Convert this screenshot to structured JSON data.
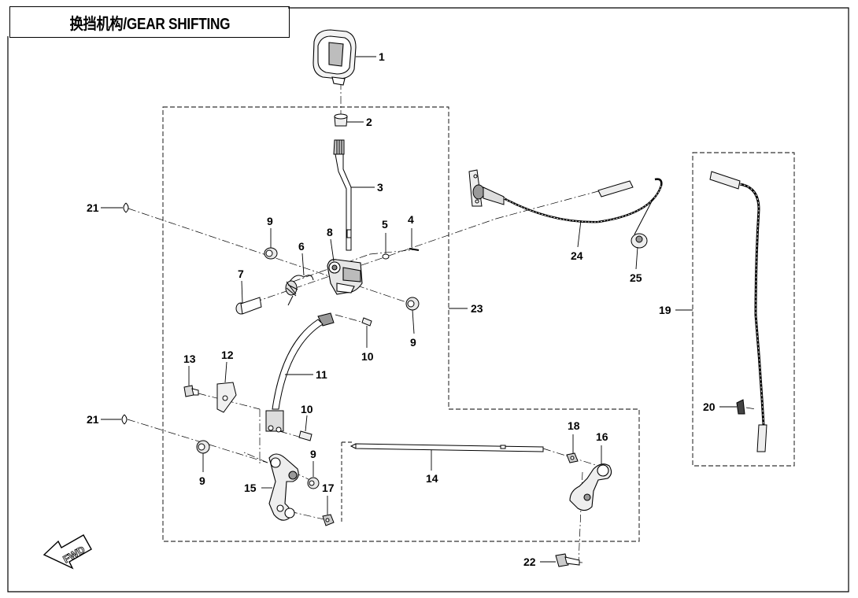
{
  "title": "换挡机构/GEAR SHIFTING",
  "fwd_label": "FWD",
  "callouts": [
    {
      "id": "c1",
      "label": "1"
    },
    {
      "id": "c2",
      "label": "2"
    },
    {
      "id": "c3",
      "label": "3"
    },
    {
      "id": "c4",
      "label": "4"
    },
    {
      "id": "c5",
      "label": "5"
    },
    {
      "id": "c6",
      "label": "6"
    },
    {
      "id": "c7",
      "label": "7"
    },
    {
      "id": "c8",
      "label": "8"
    },
    {
      "id": "c9a",
      "label": "9"
    },
    {
      "id": "c9b",
      "label": "9"
    },
    {
      "id": "c9c",
      "label": "9"
    },
    {
      "id": "c9d",
      "label": "9"
    },
    {
      "id": "c10a",
      "label": "10"
    },
    {
      "id": "c10b",
      "label": "10"
    },
    {
      "id": "c11",
      "label": "11"
    },
    {
      "id": "c12",
      "label": "12"
    },
    {
      "id": "c13",
      "label": "13"
    },
    {
      "id": "c14",
      "label": "14"
    },
    {
      "id": "c15",
      "label": "15"
    },
    {
      "id": "c16",
      "label": "16"
    },
    {
      "id": "c17",
      "label": "17"
    },
    {
      "id": "c18",
      "label": "18"
    },
    {
      "id": "c19",
      "label": "19"
    },
    {
      "id": "c20",
      "label": "20"
    },
    {
      "id": "c21a",
      "label": "21"
    },
    {
      "id": "c21b",
      "label": "21"
    },
    {
      "id": "c22",
      "label": "22"
    },
    {
      "id": "c23",
      "label": "23"
    },
    {
      "id": "c24",
      "label": "24"
    },
    {
      "id": "c25",
      "label": "25"
    }
  ]
}
